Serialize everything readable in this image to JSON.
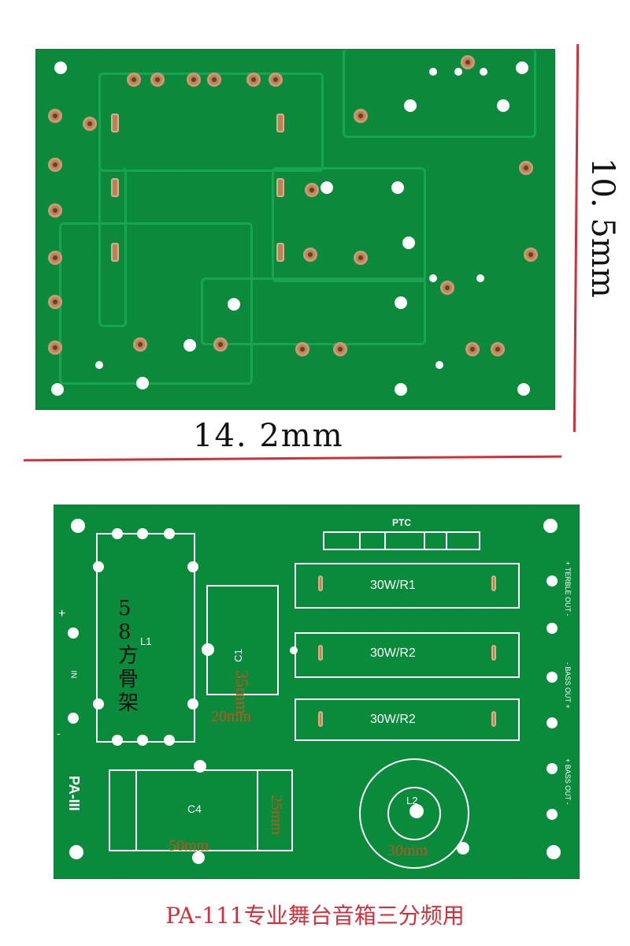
{
  "top_board": {
    "width_label": "14. 2mm",
    "height_label": "10. 5mm"
  },
  "bottom_board": {
    "ptc_label": "PTC",
    "resistors": [
      "30W/R1",
      "30W/R2",
      "30W/R2"
    ],
    "inductor_l1": "L1",
    "inductor_l1_note": "58方骨架",
    "cap_c1": "C1",
    "cap_c1_height": "35mm",
    "cap_c1_width": "20mm",
    "cap_c4": "C4",
    "cap_c4_width": "50mm",
    "cap_c4_height": "25mm",
    "inductor_l2": "L2",
    "inductor_l2_diameter": "30mm",
    "board_name": "PA-III",
    "input_label": "IN",
    "input_plus": "+",
    "input_minus": "-",
    "terble_out": "+ TERBLE OUT -",
    "bass_out_1": "- BASS OUT +",
    "bass_out_2": "+ BASS OUT -"
  },
  "caption": "PA-111专业舞台音箱三分频用",
  "colors": {
    "pcb_green": "#0b8a3c",
    "copper": "#b9825a",
    "dimension_red": "#d0303a",
    "annotation_orange": "#c8511f"
  }
}
